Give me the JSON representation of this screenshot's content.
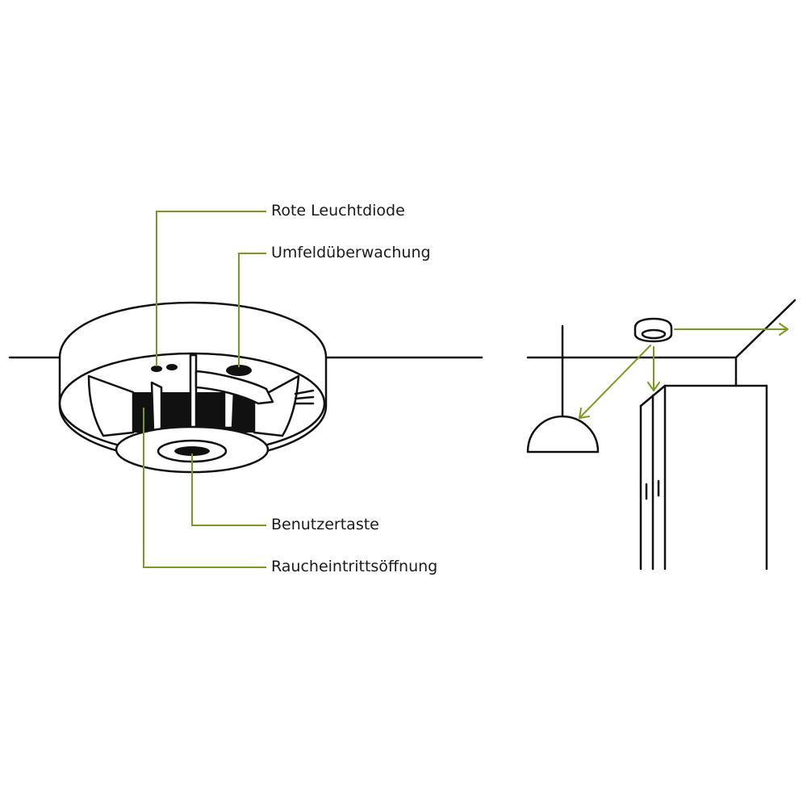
{
  "callouts": {
    "led": "Rote Leuchtdiode",
    "environment": "Umfeldüberwachung",
    "button": "Benutzertaste",
    "smoke_inlet": "Raucheintrittsöffnung"
  },
  "colors": {
    "line": "#111111",
    "accent": "#7a9a1e",
    "background": "#ffffff"
  }
}
